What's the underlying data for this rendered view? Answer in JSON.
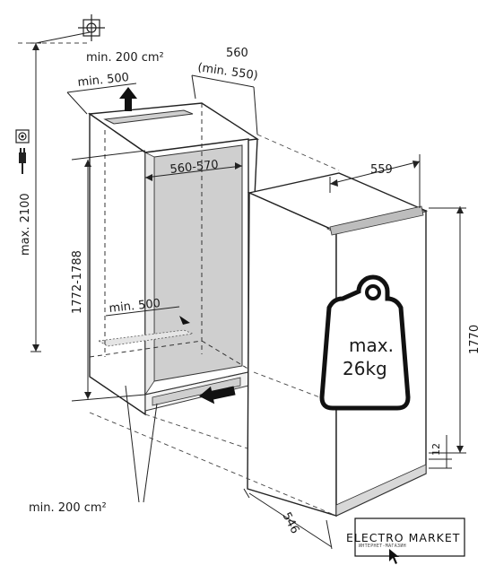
{
  "labels": {
    "vent_top_area": "min. 200 cm²",
    "vent_top_depth": "min. 500",
    "niche_depth": "560",
    "niche_depth_min": "(min. 550)",
    "niche_width": "560-570",
    "niche_height": "1772-1788",
    "max_height": "max. 2100",
    "inner_depth": "min. 500",
    "vent_bottom_area": "min. 200 cm²",
    "appliance_width": "559",
    "appliance_height": "1770",
    "appliance_depth": "546",
    "plinth_gap": "12",
    "weight_line1": "max.",
    "weight_line2": "26kg"
  },
  "brand": {
    "name": "ELECTRO MARKET",
    "tagline": "ИНТЕРНЕТ-МАГАЗИН"
  },
  "icons": {
    "positioning": "crosshair-icon",
    "power": "power-plug-icon",
    "socket": "socket-icon",
    "weight": "weight-icon",
    "cursor": "cursor-arrow-icon"
  }
}
